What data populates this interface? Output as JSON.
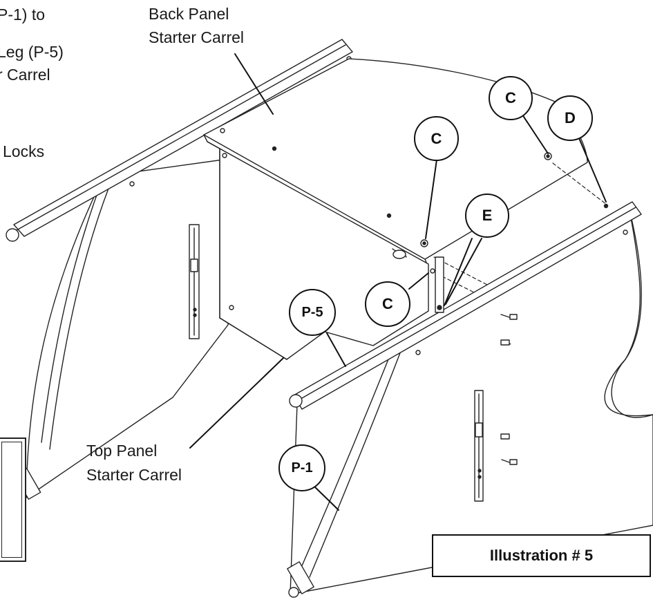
{
  "instructions": {
    "line1": "P-1)  to",
    "line2": "Leg (P-5)",
    "line3": "r Carrel",
    "line4": "Locks"
  },
  "labels": {
    "back_panel": [
      "Back Panel",
      "Starter Carrel"
    ],
    "top_panel": [
      "Top Panel",
      "Starter Carrel"
    ]
  },
  "callouts": {
    "c_left": "C",
    "c_mid": "C",
    "c_right": "C",
    "d": "D",
    "e": "E",
    "p5": "P-5",
    "p1": "P-1"
  },
  "illustration_label": "Illustration # 5"
}
